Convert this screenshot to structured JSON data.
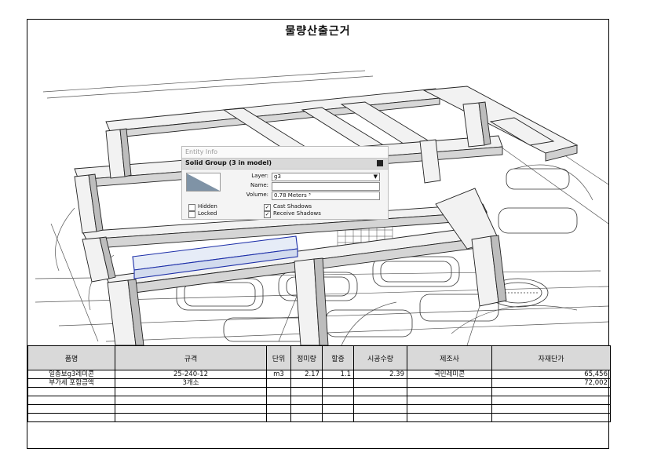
{
  "document": {
    "title": "물량산출근거"
  },
  "entity_info": {
    "header": "Entity Info",
    "entity_type": "Solid Group (3 in model)",
    "layer_label": "Layer:",
    "layer_value": "g3",
    "name_label": "Name:",
    "name_value": "",
    "volume_label": "Volume:",
    "volume_value": "0.78 Meters ³",
    "hidden_label": "Hidden",
    "locked_label": "Locked",
    "cast_shadows_label": "Cast Shadows",
    "receive_shadows_label": "Receive Shadows",
    "hidden_checked": false,
    "locked_checked": false,
    "cast_shadows_checked": true,
    "receive_shadows_checked": true
  },
  "table": {
    "headers": [
      "품명",
      "규격",
      "단위",
      "정미량",
      "할증",
      "시공수량",
      "제조사",
      "자재단가"
    ],
    "rows": [
      [
        "일층보g3레미콘",
        "25-240-12",
        "m3",
        "2.17",
        "1.1",
        "2.39",
        "국민레미콘",
        "65,456"
      ],
      [
        "부가세 포함금액",
        "3개소",
        "",
        "",
        "",
        "",
        "",
        "72,002"
      ],
      [
        "",
        "",
        "",
        "",
        "",
        "",
        "",
        ""
      ],
      [
        "",
        "",
        "",
        "",
        "",
        "",
        "",
        ""
      ],
      [
        "",
        "",
        "",
        "",
        "",
        "",
        "",
        ""
      ],
      [
        "",
        "",
        "",
        "",
        "",
        "",
        "",
        ""
      ]
    ]
  }
}
